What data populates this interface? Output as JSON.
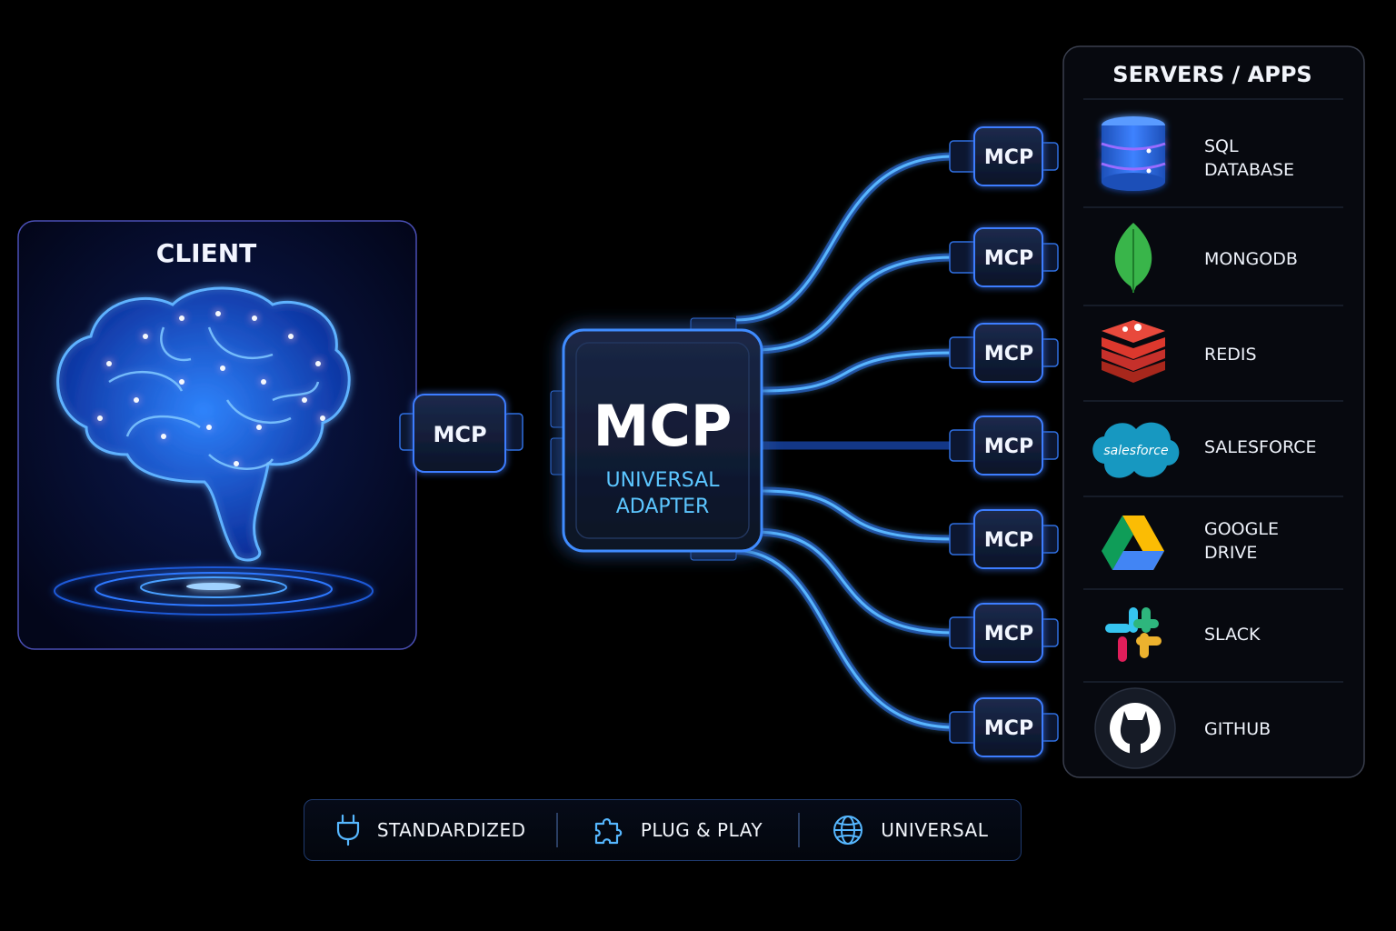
{
  "client": {
    "title": "CLIENT"
  },
  "hub": {
    "title": "MCP",
    "subtitle_line1": "UNIVERSAL",
    "subtitle_line2": "ADAPTER"
  },
  "connector_label": "MCP",
  "servers": {
    "title": "SERVERS / APPS",
    "items": [
      {
        "line1": "SQL",
        "line2": "DATABASE",
        "icon": "database-icon"
      },
      {
        "line1": "MONGODB",
        "line2": "",
        "icon": "mongodb-leaf-icon"
      },
      {
        "line1": "REDIS",
        "line2": "",
        "icon": "redis-icon"
      },
      {
        "line1": "SALESFORCE",
        "line2": "",
        "icon": "salesforce-cloud-icon",
        "logo_text": "salesforce"
      },
      {
        "line1": "GOOGLE",
        "line2": "DRIVE",
        "icon": "google-drive-icon"
      },
      {
        "line1": "SLACK",
        "line2": "",
        "icon": "slack-icon"
      },
      {
        "line1": "GITHUB",
        "line2": "",
        "icon": "github-icon"
      }
    ]
  },
  "features": [
    {
      "label": "STANDARDIZED",
      "icon": "plug-icon"
    },
    {
      "label": "PLUG & PLAY",
      "icon": "puzzle-icon"
    },
    {
      "label": "UNIVERSAL",
      "icon": "globe-icon"
    }
  ],
  "colors": {
    "accent": "#2f7dff",
    "glow": "#4aa8ff",
    "hub_subtitle": "#5cc6ff",
    "panel_border": "#3b3f8f",
    "servers_border": "#3a3f4e"
  }
}
